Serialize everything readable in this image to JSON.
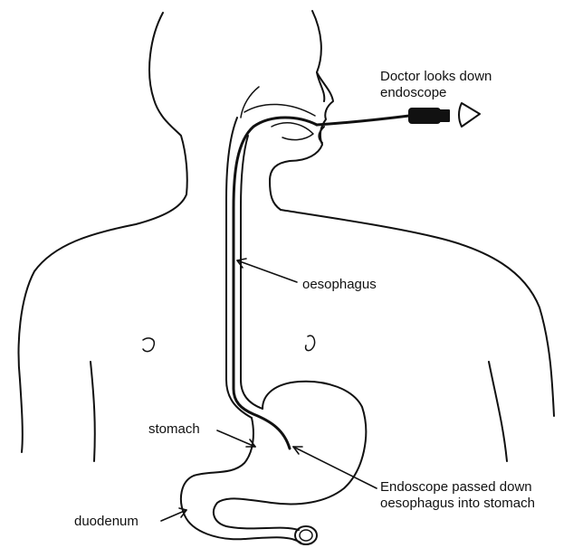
{
  "labels": {
    "doctor_line1": "Doctor looks down",
    "doctor_line2": "endoscope",
    "oesophagus": "oesophagus",
    "stomach": "stomach",
    "endoscope_line1": "Endoscope passed down",
    "endoscope_line2": "oesophagus into stomach",
    "duodenum": "duodenum"
  },
  "colors": {
    "ink": "#111111",
    "background": "#ffffff"
  }
}
